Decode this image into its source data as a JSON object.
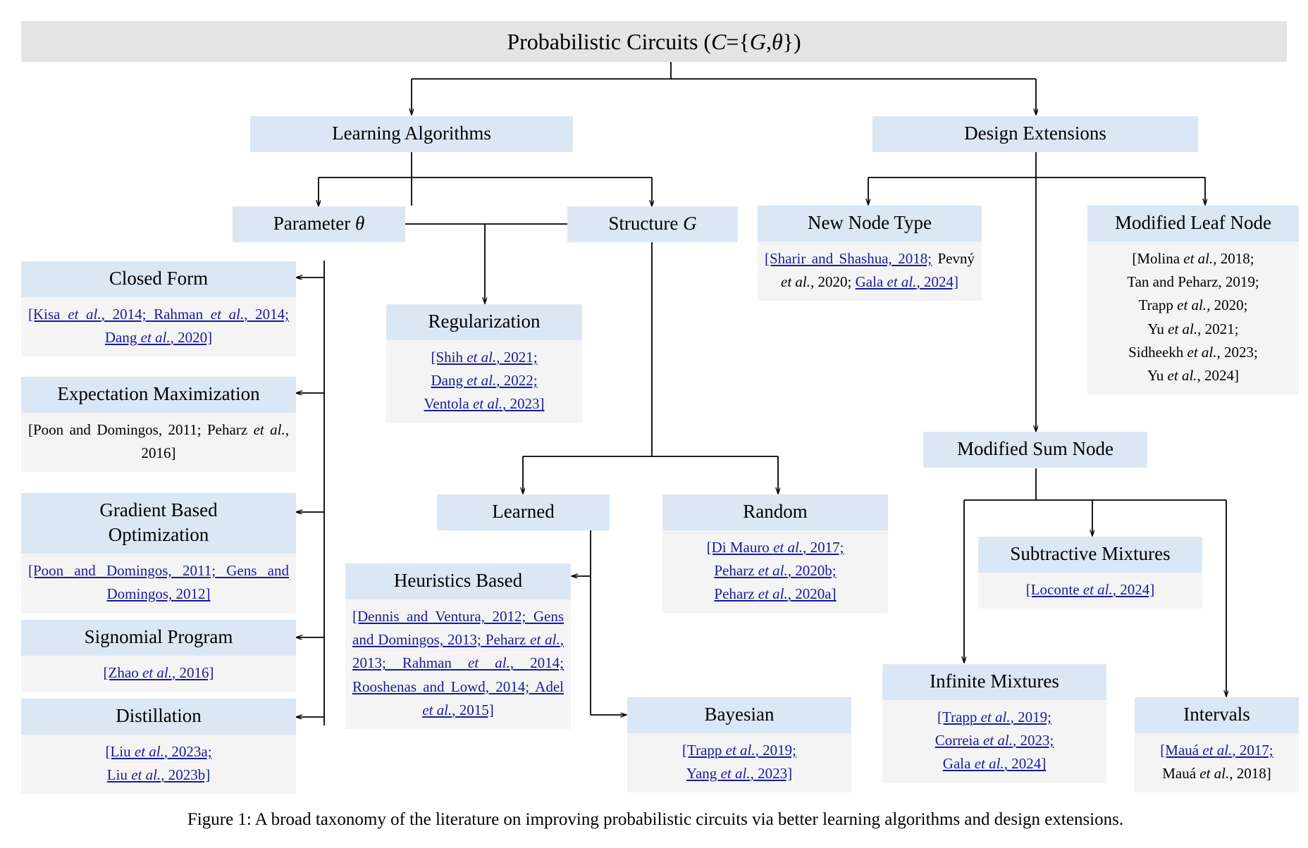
{
  "figure": {
    "root": {
      "label": "Probabilistic Circuits (C={G,θ})",
      "label_plain": "Probabilistic Circuits",
      "label_math": "(C={G, θ})"
    },
    "caption": "Figure 1: A broad taxonomy of the literature on improving probabilistic circuits via better learning algorithms and design extensions.",
    "colors": {
      "root_fill": "#e4e4e4",
      "header_fill": "#dce7f5",
      "citation_fill": "#f4f4f4",
      "link_text": "#1a1a9c",
      "plain_text": "#000000",
      "wire": "#000000"
    },
    "level1": [
      {
        "id": "learning-algorithms",
        "label": "Learning Algorithms"
      },
      {
        "id": "design-extensions",
        "label": "Design Extensions"
      }
    ],
    "level2": [
      {
        "id": "parameter",
        "label": "Parameter θ"
      },
      {
        "id": "structure",
        "label": "Structure G"
      },
      {
        "id": "new-node-type",
        "label": "New Node Type"
      },
      {
        "id": "modified-leaf-node",
        "label": "Modified Leaf Node"
      },
      {
        "id": "modified-sum-node",
        "label": "Modified Sum Node"
      }
    ],
    "nodes": {
      "closed_form": {
        "title": "Closed Form",
        "citations": "[Kisa et al., 2014; Rahman et al., 2014; Dang et al., 2020]",
        "style": "link"
      },
      "expectation_maximization": {
        "title": "Expectation Maximization",
        "citations": "[Poon and Domingos, 2011; Peharz et al., 2016]",
        "style": "plain"
      },
      "gradient_based_optimization": {
        "title": "Gradient Based Optimization",
        "citations": "[Poon and Domingos, 2011; Gens and Domingos, 2012]",
        "style": "link"
      },
      "signomial_program": {
        "title": "Signomial Program",
        "citations": "[Zhao et al., 2016]",
        "style": "link"
      },
      "distillation": {
        "title": "Distillation",
        "citations": "[Liu et al., 2023a; Liu et al., 2023b]",
        "style": "link"
      },
      "regularization": {
        "title": "Regularization",
        "citations": "[Shih et al., 2021; Dang et al., 2022; Ventola et al., 2023]",
        "style": "link"
      },
      "learned": {
        "title": "Learned",
        "citations": "",
        "style": "none"
      },
      "random": {
        "title": "Random",
        "citations": "[Di Mauro et al., 2017; Peharz et al., 2020b; Peharz et al., 2020a]",
        "style": "link"
      },
      "heuristics_based": {
        "title": "Heuristics Based",
        "citations": "[Dennis and Ventura, 2012; Gens and Domingos, 2013; Peharz et al., 2013; Rahman et al., 2014; Rooshenas and Lowd, 2014; Adel et al., 2015]",
        "style": "link"
      },
      "bayesian": {
        "title": "Bayesian",
        "citations": "[Trapp et al., 2019; Yang et al., 2023]",
        "style": "link"
      },
      "new_node_type": {
        "title": "New Node Type",
        "citations": "[Sharir and Shashua, 2018; Pevný et al., 2020; Gala et al., 2024]",
        "style": "mixed"
      },
      "modified_leaf_node": {
        "title": "Modified Leaf Node",
        "citations": "[Molina et al., 2018; Tan and Peharz, 2019; Trapp et al., 2020; Yu et al., 2021; Sidheekh et al., 2023; Yu et al., 2024]",
        "style": "plain"
      },
      "modified_sum_node": {
        "title": "Modified Sum Node",
        "citations": "",
        "style": "none"
      },
      "subtractive_mixtures": {
        "title": "Subtractive Mixtures",
        "citations": "[Loconte et al., 2024]",
        "style": "link"
      },
      "infinite_mixtures": {
        "title": "Infinite Mixtures",
        "citations": "[Trapp et al., 2019; Correia et al., 2023; Gala et al., 2024]",
        "style": "link"
      },
      "intervals": {
        "title": "Intervals",
        "citations": "[Mauá et al., 2017; Mauá et al., 2018]",
        "style": "mixed"
      }
    }
  }
}
